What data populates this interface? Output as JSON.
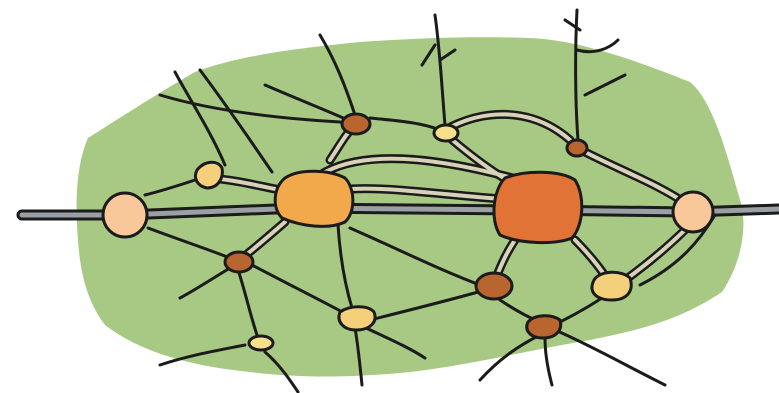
{
  "colors": {
    "background": "#ffffff",
    "region": "#a7c983",
    "outline": "#1b1b1b",
    "main_road": "#9aa0a4",
    "secondary_road": "#d8d3b8",
    "hub_large_dark": "#e07335",
    "hub_large": "#f1a94c",
    "node_light": "#f8c89a",
    "node_brown": "#b8652f",
    "node_yellow": "#f4d07a",
    "node_pale_yellow": "#f6e08a"
  },
  "legend": [],
  "nodes": [
    {
      "id": "west-gateway",
      "kind": "gateway-node",
      "color": "node_light"
    },
    {
      "id": "east-gateway",
      "kind": "gateway-node",
      "color": "node_light"
    },
    {
      "id": "west-hub",
      "kind": "hub-node",
      "color": "hub_large"
    },
    {
      "id": "east-hub",
      "kind": "hub-node",
      "color": "hub_large_dark"
    },
    {
      "id": "north-west-node",
      "kind": "small-node",
      "color": "node_yellow"
    },
    {
      "id": "north-node",
      "kind": "small-node",
      "color": "node_brown"
    },
    {
      "id": "north-center-node",
      "kind": "small-node",
      "color": "node_pale_yellow"
    },
    {
      "id": "north-east-node",
      "kind": "small-node",
      "color": "node_brown"
    },
    {
      "id": "south-west-node",
      "kind": "small-node",
      "color": "node_brown"
    },
    {
      "id": "south-center-node",
      "kind": "small-node",
      "color": "node_yellow"
    },
    {
      "id": "south-far-west-node",
      "kind": "small-node",
      "color": "node_pale_yellow"
    },
    {
      "id": "south-mid-node",
      "kind": "small-node",
      "color": "node_brown"
    },
    {
      "id": "south-east-node",
      "kind": "small-node",
      "color": "node_yellow"
    },
    {
      "id": "south-far-east-node",
      "kind": "small-node",
      "color": "node_brown"
    }
  ]
}
